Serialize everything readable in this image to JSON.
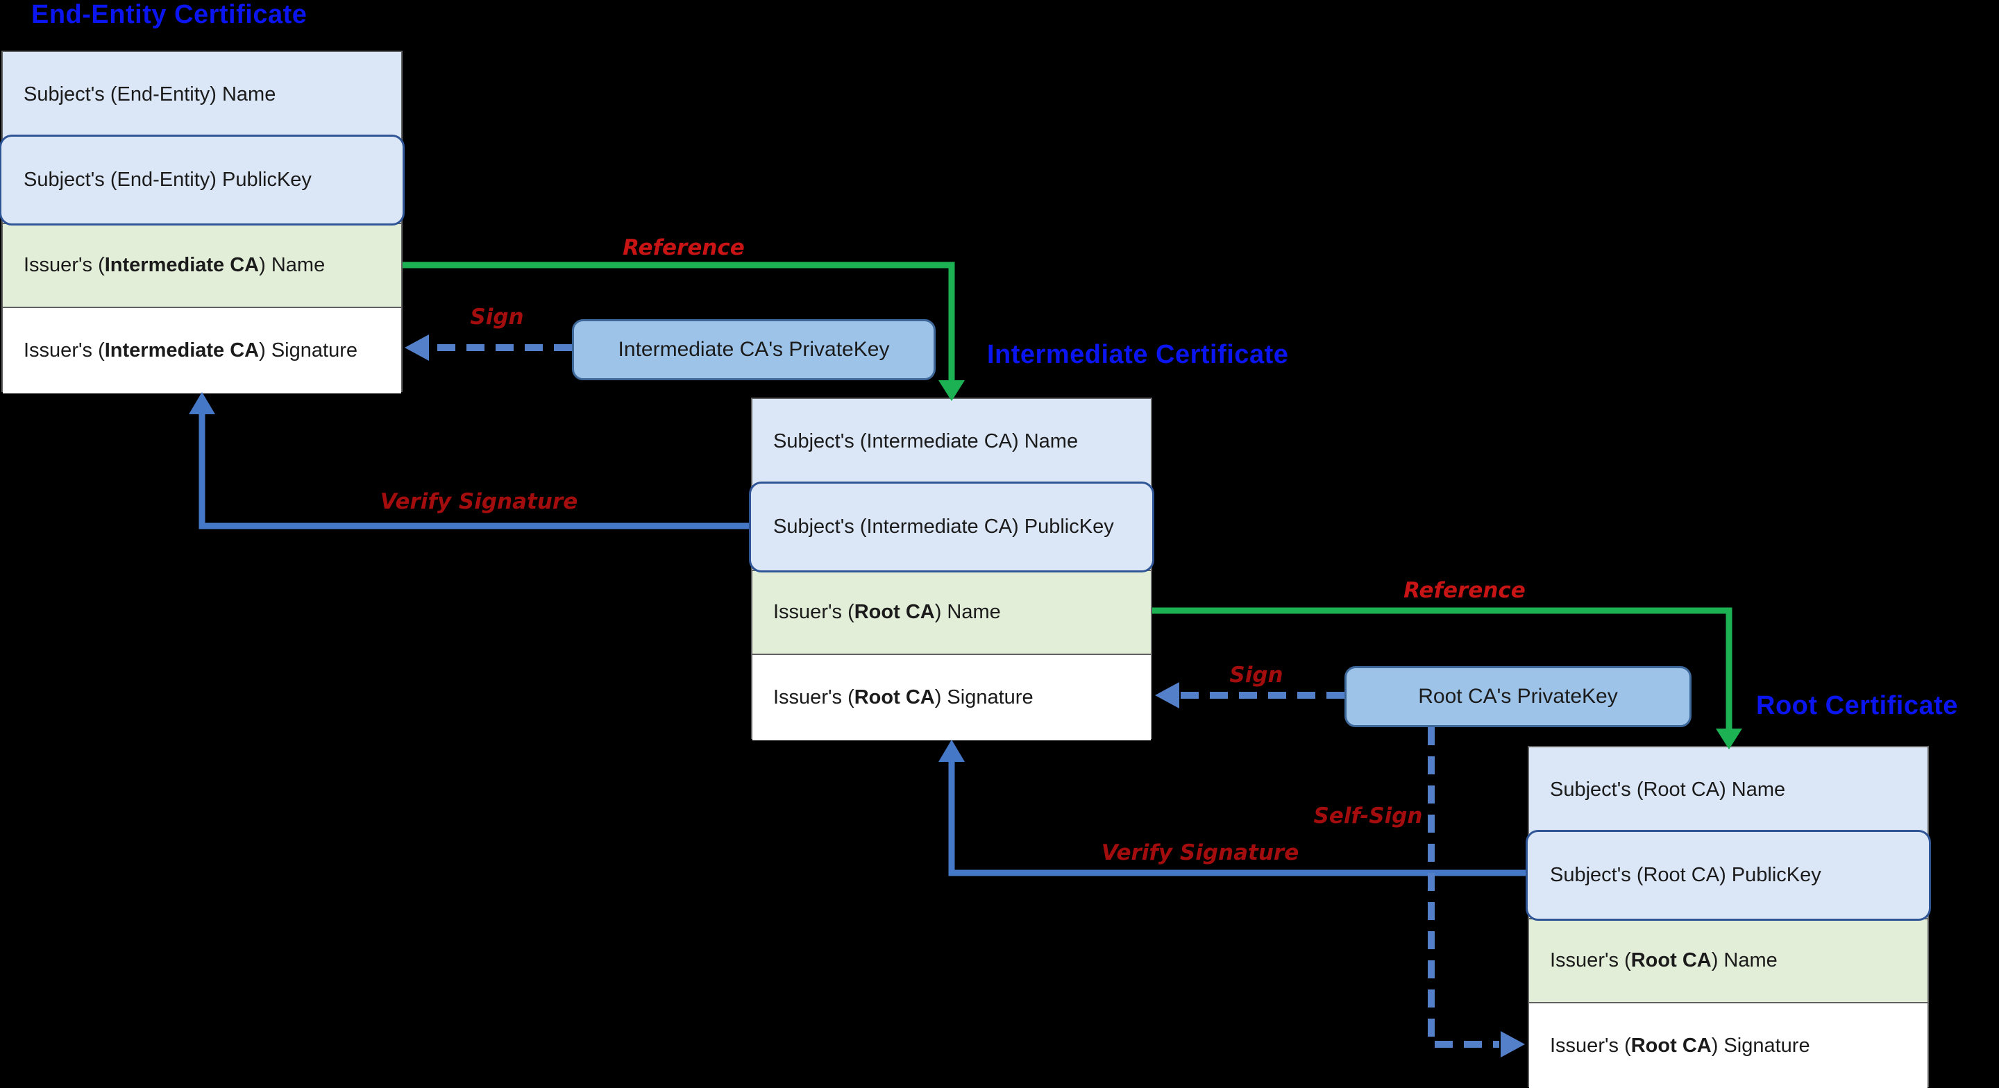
{
  "colors": {
    "background": "#000000",
    "title_blue": "#0a15f0",
    "label_red_bright": "#c81414",
    "label_red_dark": "#a30d0d",
    "arrow_green": "#1cb152",
    "arrow_blue": "#4678c8",
    "arrow_dashed_blue": "#5480ca",
    "row_blue": "#dbe7f7",
    "row_green": "#e2eed8",
    "row_white": "#ffffff",
    "publickey_border": "#2f5597",
    "privatekey_fill": "#9dc3e8",
    "privatekey_border": "#3d6899",
    "stack_border": "#616161",
    "text_dark": "#1b1b1b"
  },
  "certificates": [
    {
      "title": "End-Entity Certificate",
      "rows": [
        {
          "pre": "Subject's (End-Entity) Name",
          "bold": "",
          "post": ""
        },
        {
          "pre": "Subject's (End-Entity) PublicKey",
          "bold": "",
          "post": ""
        },
        {
          "pre": "Issuer's (",
          "bold": "Intermediate CA",
          "post": ") Name"
        },
        {
          "pre": "Issuer's (",
          "bold": "Intermediate CA",
          "post": ") Signature"
        }
      ]
    },
    {
      "title": "Intermediate Certificate",
      "rows": [
        {
          "pre": "Subject's (Intermediate CA) Name",
          "bold": "",
          "post": ""
        },
        {
          "pre": "Subject's (Intermediate CA) PublicKey",
          "bold": "",
          "post": ""
        },
        {
          "pre": "Issuer's (",
          "bold": "Root CA",
          "post": ") Name"
        },
        {
          "pre": "Issuer's (",
          "bold": "Root CA",
          "post": ") Signature"
        }
      ]
    },
    {
      "title": "Root Certificate",
      "rows": [
        {
          "pre": "Subject's (Root CA) Name",
          "bold": "",
          "post": ""
        },
        {
          "pre": "Subject's (Root CA) PublicKey",
          "bold": "",
          "post": ""
        },
        {
          "pre": "Issuer's (",
          "bold": "Root CA",
          "post": ") Name"
        },
        {
          "pre": "Issuer's (",
          "bold": "Root CA",
          "post": ") Signature"
        }
      ]
    }
  ],
  "private_keys": [
    {
      "label": "Intermediate CA's PrivateKey"
    },
    {
      "label": "Root CA's PrivateKey"
    }
  ],
  "edge_labels": {
    "reference1": "Reference",
    "sign1": "Sign",
    "verify1": "Verify Signature",
    "reference2": "Reference",
    "sign2": "Sign",
    "verify2": "Verify Signature",
    "self_sign": "Self-Sign"
  }
}
